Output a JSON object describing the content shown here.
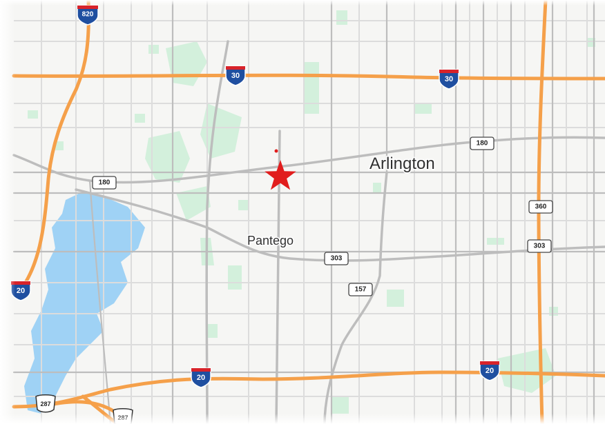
{
  "map": {
    "places": {
      "arlington": "Arlington",
      "pantego": "Pantego"
    },
    "shields": {
      "i820": "820",
      "i30_west": "30",
      "i30_east": "30",
      "i20_west_edge": "20",
      "i20_south": "20",
      "i20_south_east": "20",
      "us287_a": "287",
      "us287_b": "287",
      "sh180_west": "180",
      "sh180_east": "180",
      "sh360": "360",
      "sh303_center": "303",
      "sh303_east": "303",
      "sh157": "157"
    },
    "marker": {
      "icon": "star-marker-icon",
      "color": "#e11d1d"
    },
    "colors": {
      "land": "#f6f6f4",
      "water": "#9fd2f5",
      "park": "#d3f0dc",
      "highway": "#f5a04a",
      "arterial": "#bdbdbd",
      "street": "#dcdcdc",
      "interstate_shield": "#1f4fa0",
      "interstate_shield_top": "#d8232a"
    }
  }
}
